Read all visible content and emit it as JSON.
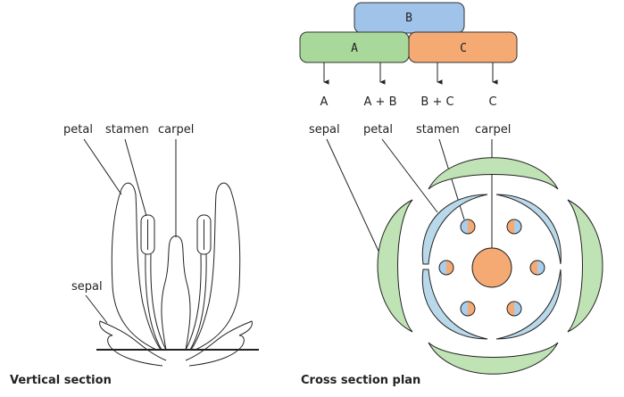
{
  "colors": {
    "box_b": "#9fc3e9",
    "box_a": "#a8d89a",
    "box_c": "#f5aa74",
    "sepal_fill": "#bfe3b4",
    "petal_fill": "#b9d8ea",
    "stamen_orange": "#f5aa74",
    "stamen_blue": "#a9cdea",
    "carpel_fill": "#f5aa74"
  },
  "abc_model": {
    "boxes": {
      "b": "B",
      "a": "A",
      "c": "C"
    },
    "outcomes": [
      "A",
      "A + B",
      "B + C",
      "C"
    ]
  },
  "vertical_section": {
    "labels": {
      "petal": "petal",
      "stamen": "stamen",
      "carpel": "carpel",
      "sepal": "sepal"
    },
    "caption": "Vertical section"
  },
  "cross_section": {
    "labels": {
      "sepal": "sepal",
      "petal": "petal",
      "stamen": "stamen",
      "carpel": "carpel"
    },
    "caption": "Cross section plan"
  }
}
